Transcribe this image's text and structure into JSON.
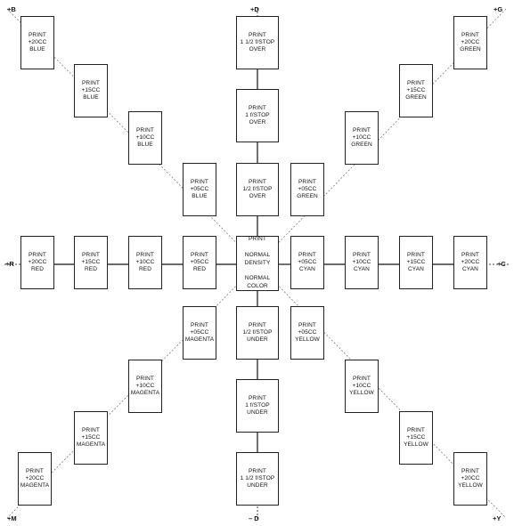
{
  "corners": {
    "top_left": "+B",
    "top_center": "+D",
    "top_right": "+G",
    "left": "+R",
    "right": "+C",
    "bottom_left": "+M",
    "bottom_center": "– D",
    "bottom_right": "+Y"
  },
  "boxes": {
    "blue20": "PRINT\n+20CC\nBLUE",
    "blue15": "PRINT\n+15CC\nBLUE",
    "blue10": "PRINT\n+10CC\nBLUE",
    "blue05": "PRINT\n+05CC\nBLUE",
    "over15": "PRINT\n1 1/2 f/STOP\nOVER",
    "over10": "PRINT\n1 f/STOP\nOVER",
    "over05": "PRINT\n1/2 f/STOP\nOVER",
    "green20": "PRINT\n+20CC\nGREEN",
    "green15": "PRINT\n+15CC\nGREEN",
    "green10": "PRINT\n+10CC\nGREEN",
    "green05": "PRINT\n+05CC\nGREEN",
    "red20": "PRINT\n+20CC\nRED",
    "red15": "PRINT\n+15CC\nRED",
    "red10": "PRINT\n+10CC\nRED",
    "red05": "PRINT\n+05CC\nRED",
    "normal": "PRINT\n\nNORMAL\nDENSITY\n\nNORMAL\nCOLOR",
    "cyan05": "PRINT\n+05CC\nCYAN",
    "cyan10": "PRINT\n+10CC\nCYAN",
    "cyan15": "PRINT\n+15CC\nCYAN",
    "cyan20": "PRINT\n+20CC\nCYAN",
    "magenta05": "PRINT\n+05CC\nMAGENTA",
    "magenta10": "PRINT\n+10CC\nMAGENTA",
    "magenta15": "PRINT\n+15CC\nMAGENTA",
    "magenta20": "PRINT\n+20CC\nMAGENTA",
    "under05": "PRINT\n1/2 f/STOP\nUNDER",
    "under10": "PRINT\n1 f/STOP\nUNDER",
    "under15": "PRINT\n1 1/2 f/STOP\nUNDER",
    "yellow05": "PRINT\n+05CC\nYELLOW",
    "yellow10": "PRINT\n+10CC\nYELLOW",
    "yellow15": "PRINT\n+15CC\nYELLOW",
    "yellow20": "PRINT\n+20CC\nYELLOW"
  }
}
